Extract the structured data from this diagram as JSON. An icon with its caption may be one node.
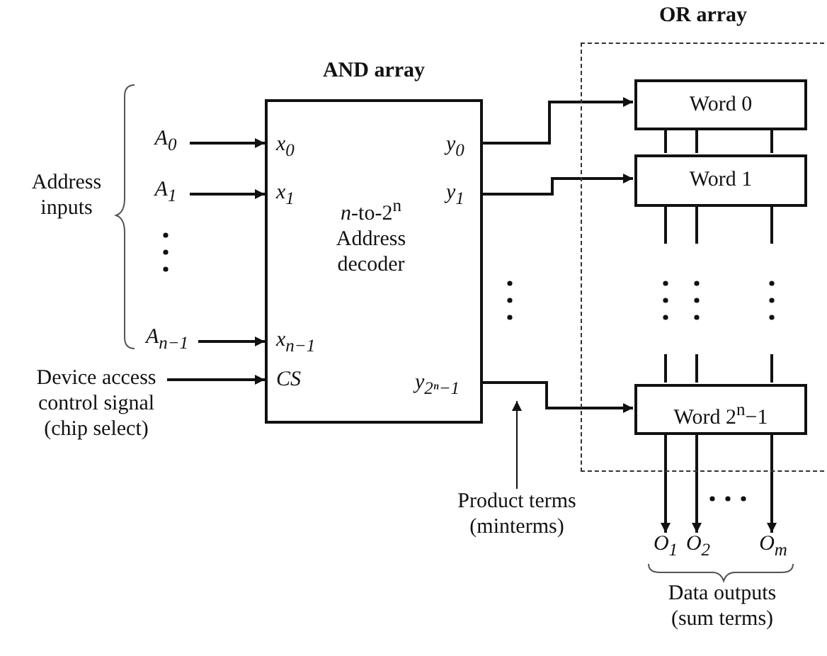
{
  "diagram": {
    "nodes": [
      {
        "text": [
          "A$_{0}$"
        ]
      },
      {
        "text": [
          "A$_{1}$"
        ]
      },
      {
        "text": [
          "A$_{n−1}$"
        ]
      },
      {
        "text": [
          "Device access control signal (chip select)"
        ]
      },
      {
        "text": [
          "AND array",
          "x$_{0}$",
          "y$_{0}$",
          "x$_{1}$",
          "y$_{1}$",
          "*n*-to-2$^{n}$ Address decoder",
          "x$_{n−1}$",
          "*CS*",
          "y$_{2ⁿ−1}$"
        ]
      },
      {
        "text": [
          "OR array"
        ]
      },
      {
        "text": [
          "Word 0"
        ],
        "in": 5
      },
      {
        "text": [
          "Word 1"
        ],
        "in": 5
      },
      {
        "text": [
          "Word 2$^{n}$−1"
        ],
        "in": 5
      },
      {
        "text": [
          "O$_{1}$"
        ]
      },
      {
        "text": [
          "O$_{2}$"
        ]
      },
      {
        "text": [
          "O$_{m}$"
        ]
      },
      {
        "text": [
          "Product terms (minterms)"
        ]
      }
    ],
    "edges": [
      {
        "from": 0,
        "to": 4,
        "arrow": "to"
      },
      {
        "from": 1,
        "to": 4,
        "arrow": "to"
      },
      {
        "from": 2,
        "to": 4,
        "arrow": "to"
      },
      {
        "from": 3,
        "to": 4,
        "arrow": "to"
      },
      {
        "from": 4,
        "to": 6,
        "arrow": "to"
      },
      {
        "from": 4,
        "to": 7,
        "arrow": "to"
      },
      {
        "from": 4,
        "to": 8,
        "arrow": "to"
      },
      {
        "from": 6,
        "to": 7,
        "arrow": "none"
      },
      {
        "from": 6,
        "to": 7,
        "arrow": "none"
      },
      {
        "from": 6,
        "to": 7,
        "arrow": "none"
      },
      {
        "from": 7,
        "to": null,
        "arrow": "none"
      },
      {
        "from": 7,
        "to": null,
        "arrow": "none"
      },
      {
        "from": 7,
        "to": null,
        "arrow": "none"
      },
      {
        "from": null,
        "to": 8,
        "arrow": "none"
      },
      {
        "from": null,
        "to": 8,
        "arrow": "none"
      },
      {
        "from": null,
        "to": 8,
        "arrow": "none"
      },
      {
        "from": 8,
        "to": 9,
        "arrow": "to"
      },
      {
        "from": 8,
        "to": 10,
        "arrow": "to"
      },
      {
        "from": 8,
        "to": 11,
        "arrow": "to"
      },
      {
        "from": 12,
        "to": 4,
        "arrow": "to"
      }
    ],
    "labels": [
      "Address inputs",
      "Data outputs (sum terms)"
    ]
  }
}
